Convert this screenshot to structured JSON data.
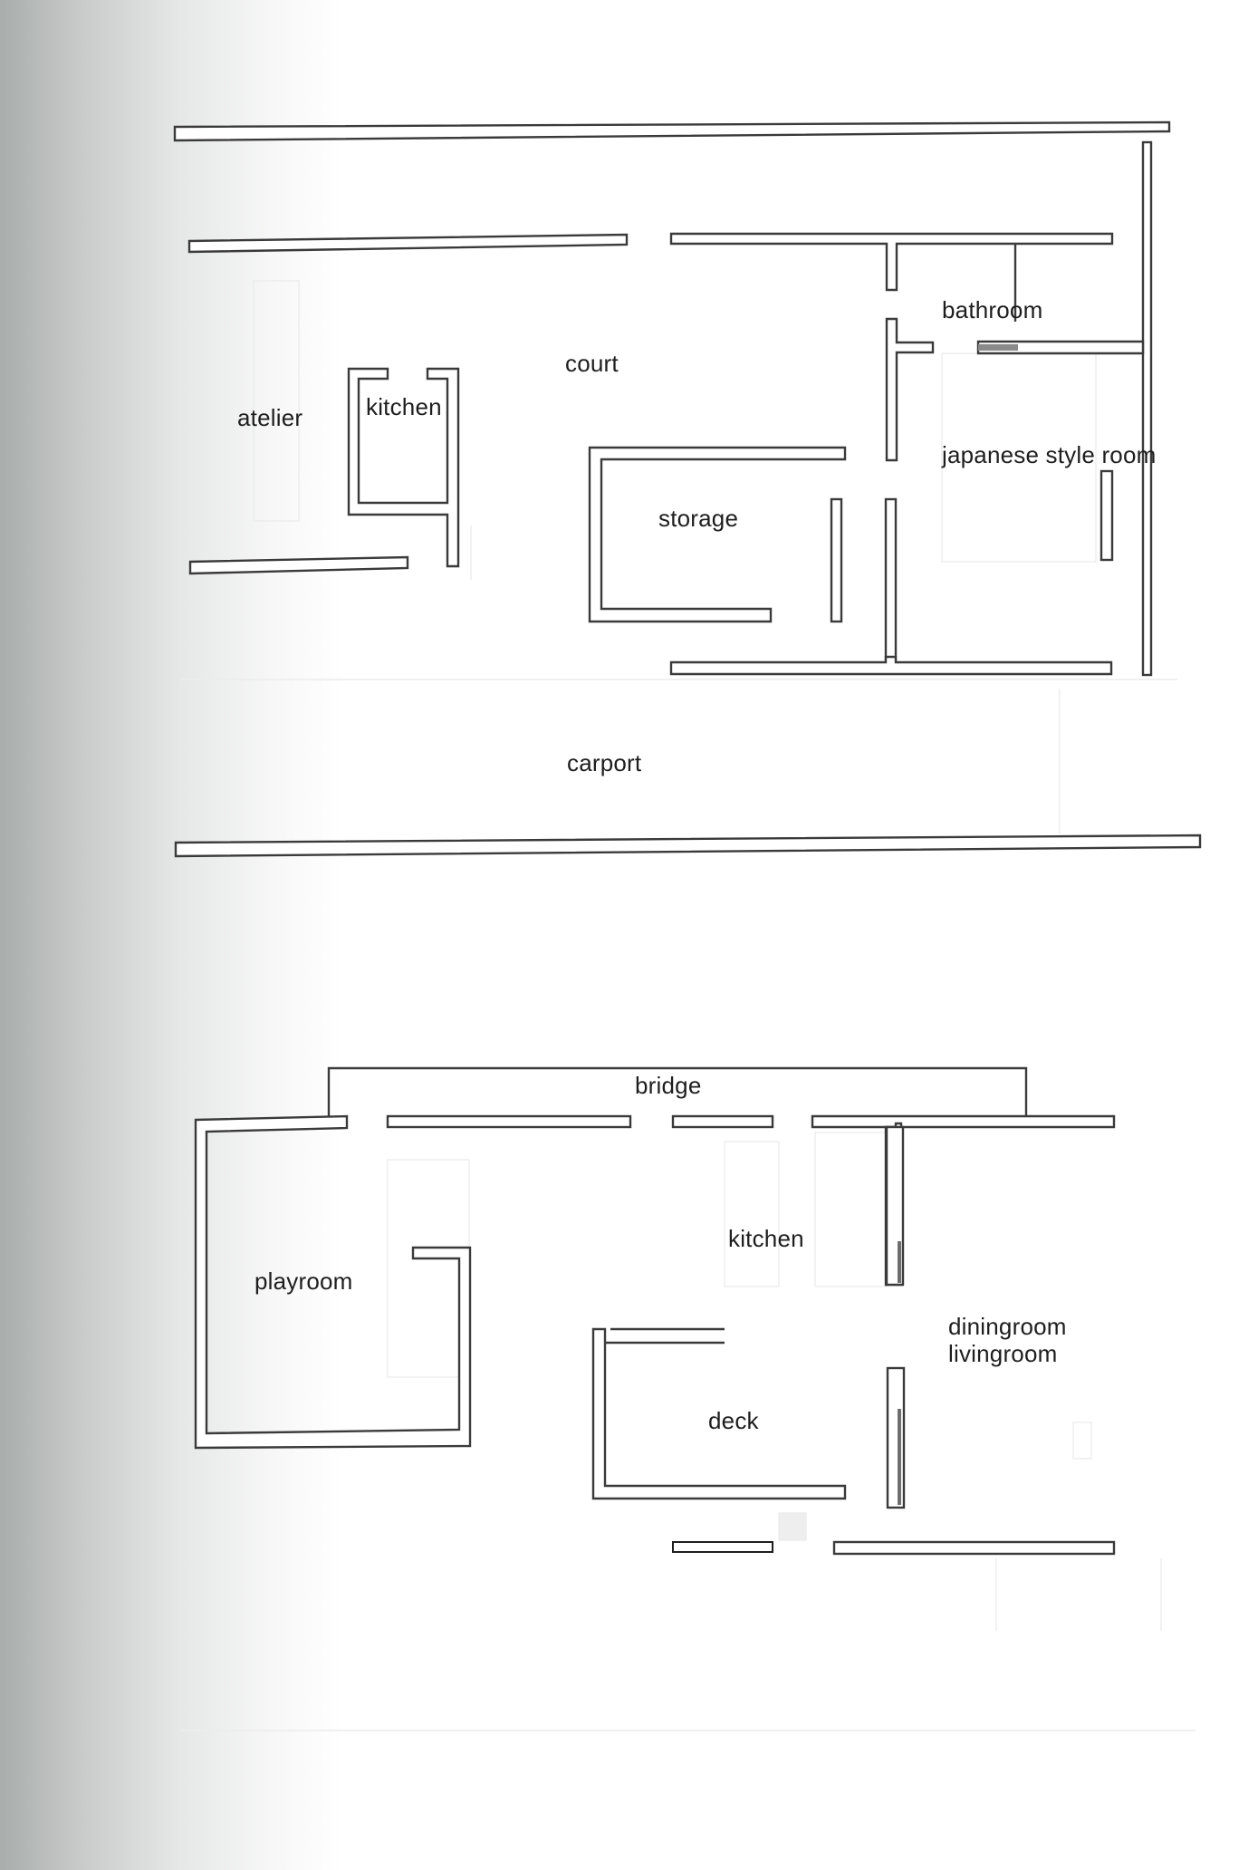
{
  "document": {
    "type": "architectural floor plan",
    "plans": [
      {
        "id": "upper-plan",
        "rooms": {
          "atelier": "atelier",
          "kitchen": "kitchen",
          "court": "court",
          "storage": "storage",
          "bathroom": "bathroom",
          "japanese_room": "japanese style room",
          "carport": "carport"
        }
      },
      {
        "id": "lower-plan",
        "rooms": {
          "bridge": "bridge",
          "playroom": "playroom",
          "kitchen": "kitchen",
          "dining_living": "diningroom\nlivingroom",
          "deck": "deck"
        }
      }
    ]
  },
  "colors": {
    "wall_stroke": "#3a3a3a",
    "paper": "#ffffff",
    "text": "#1e1e1e"
  }
}
